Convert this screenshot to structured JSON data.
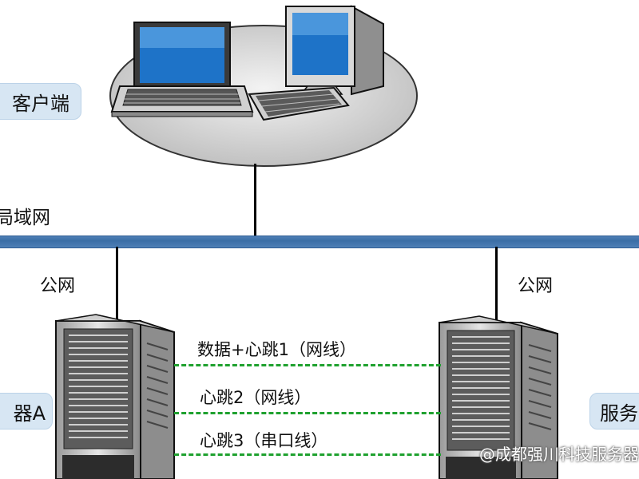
{
  "labels": {
    "client": "客户端",
    "lan": "局域网",
    "public_net_left": "公网",
    "public_net_right": "公网",
    "server_left": "器A",
    "server_right": "服务"
  },
  "links": [
    {
      "label": "数据+心跳1（网线）"
    },
    {
      "label": "心跳2（网线）"
    },
    {
      "label": "心跳3（串口线）"
    }
  ],
  "watermark": "@成都强川科技服务器",
  "colors": {
    "lan_line": "#3b6ea6",
    "link_dash": "#1fa12f",
    "label_bg": "#d7e6f3"
  }
}
